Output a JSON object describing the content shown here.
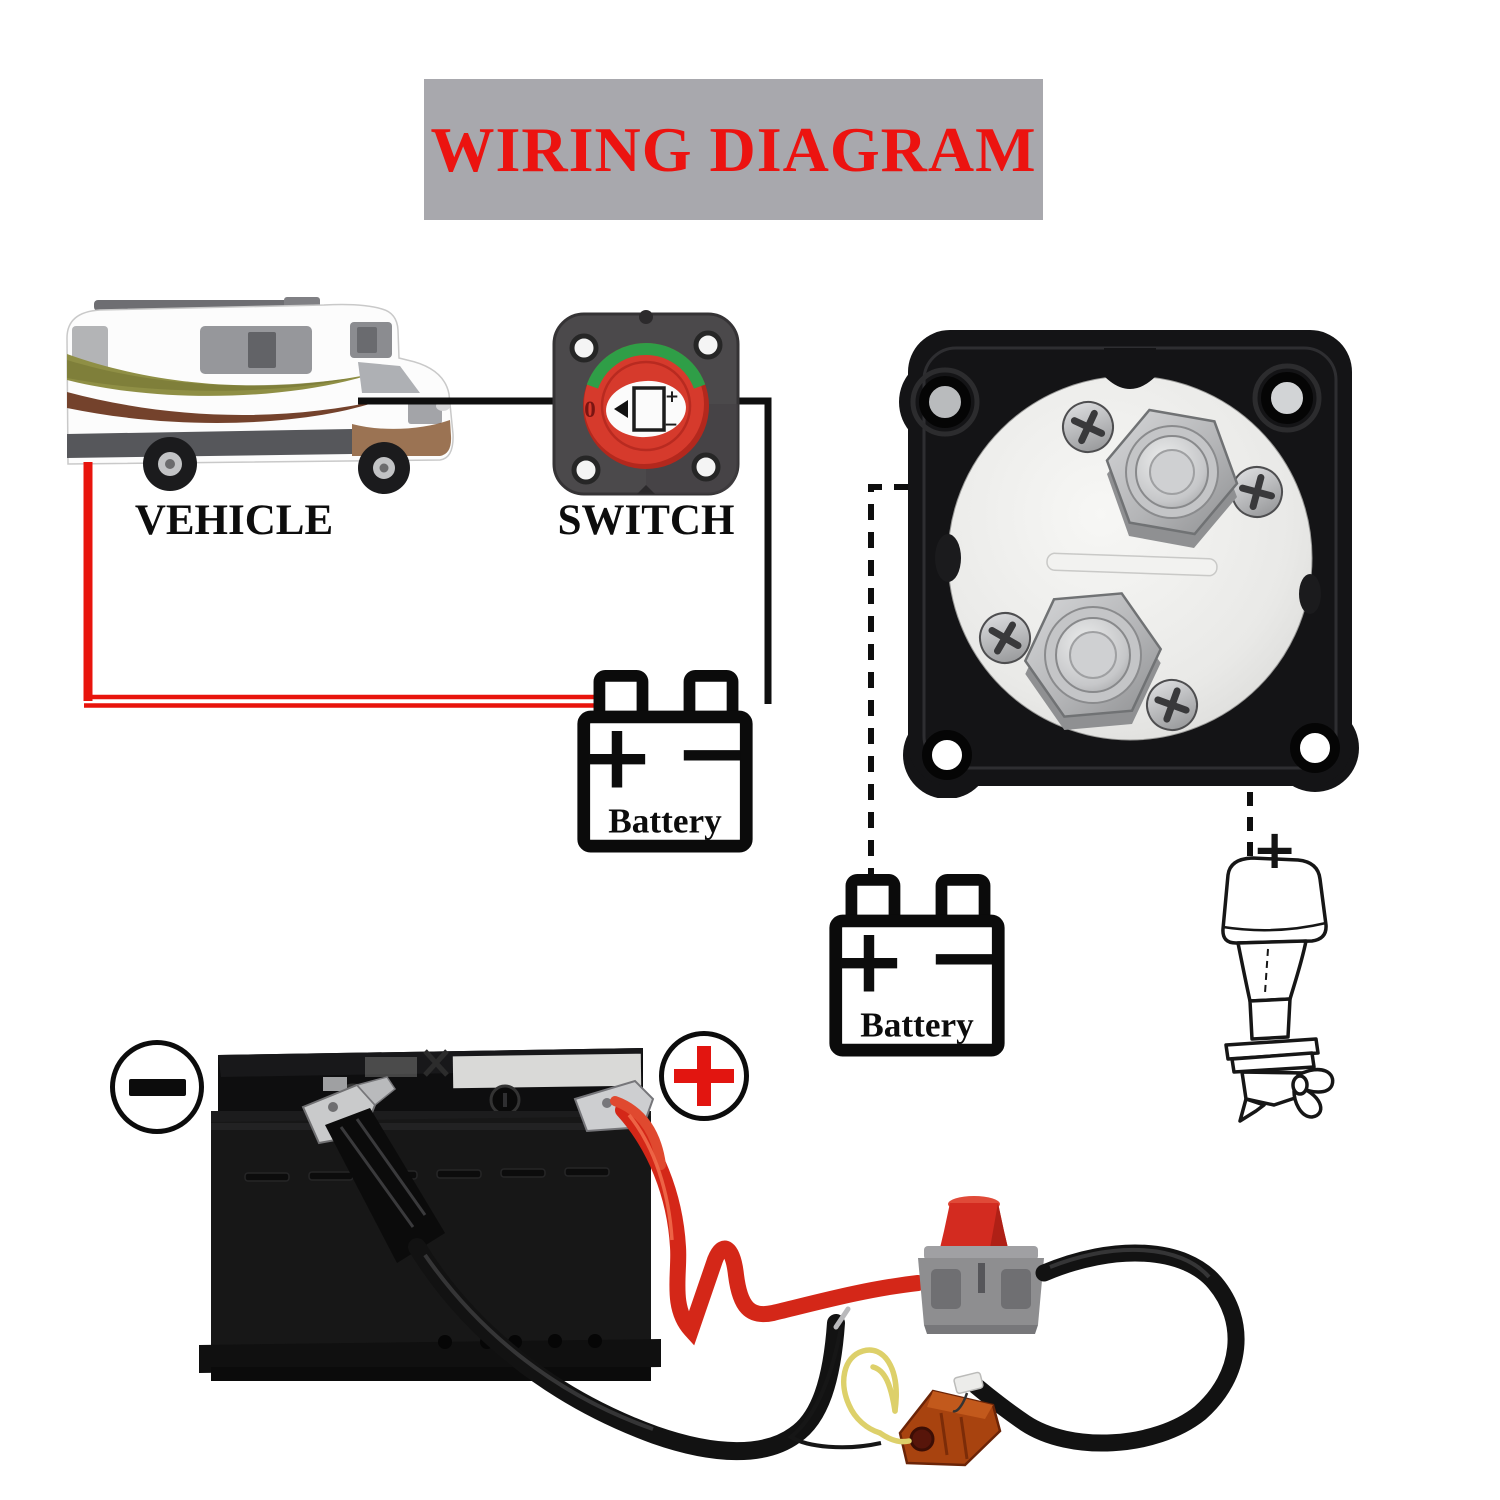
{
  "title": {
    "text": "WIRING DIAGRAM"
  },
  "labels": {
    "vehicle": "VEHICLE",
    "switch": "SWITCH"
  },
  "battery1": {
    "name": "Battery",
    "plus": "+",
    "minus": "−"
  },
  "battery2": {
    "name": "Battery",
    "plus": "+",
    "minus": "−"
  },
  "dial": {
    "off": "0",
    "plus": "+",
    "minus": "−"
  },
  "motor": {
    "plus": "+"
  },
  "photo": {
    "negative": "−",
    "positive": "+"
  },
  "colors": {
    "title_bg": "#a8a8ad",
    "title_text": "#ec1310",
    "wire_red": "#e8140c",
    "wire_black": "#0f0f0f",
    "switch_knob_red": "#d63a2c",
    "switch_green_arc": "#2f9e47",
    "switch_housing_gray": "#4b494b",
    "photo_switch_knob": "#d32b20",
    "photo_switch_base": "#8e8e90",
    "fuse_orange": "#a8430f",
    "yellow_wire": "#ddd06a"
  }
}
